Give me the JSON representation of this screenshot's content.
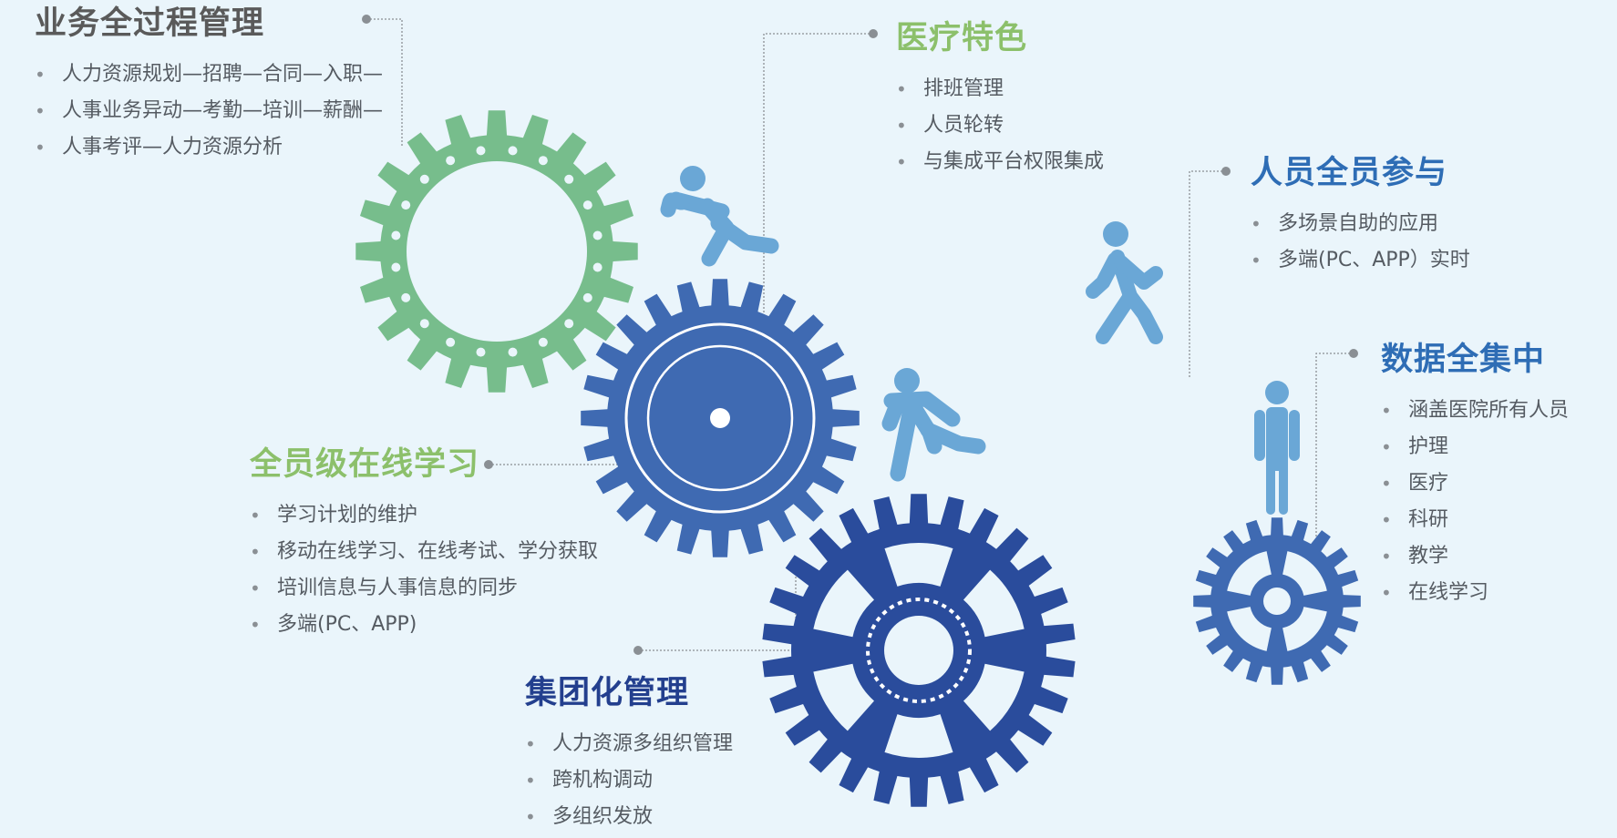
{
  "colors": {
    "background": "#eaf5fb",
    "gear_green": "#77bd8c",
    "gear_mid_blue": "#3f6ab2",
    "gear_navy": "#2a4c9c",
    "gear_small_blue": "#3f6ab2",
    "figure_light_blue": "#6aa7d6",
    "leader_line": "#8a8f94"
  },
  "icons": [
    "gear-icon",
    "running-person-icon",
    "walking-person-icon",
    "standing-person-icon"
  ],
  "sections": {
    "business": {
      "title": "业务全过程管理",
      "items": [
        "人力资源规划—招聘—合同—入职—",
        "人事业务异动—考勤—培训—薪酬—",
        "人事考评—人力资源分析"
      ]
    },
    "medical": {
      "title": "医疗特色",
      "items": [
        "排班管理",
        "人员轮转",
        "与集成平台权限集成"
      ]
    },
    "participation": {
      "title": "人员全员参与",
      "items": [
        "多场景自助的应用",
        "多端(PC、APP）实时"
      ]
    },
    "data": {
      "title": "数据全集中",
      "items": [
        "涵盖医院所有人员",
        "护理",
        "医疗",
        "科研",
        "教学",
        "在线学习"
      ]
    },
    "learning": {
      "title": "全员级在线学习",
      "items": [
        "学习计划的维护",
        "移动在线学习、在线考试、学分获取",
        "培训信息与人事信息的同步",
        "多端(PC、APP)"
      ]
    },
    "group": {
      "title": "集团化管理",
      "items": [
        "人力资源多组织管理",
        "跨机构调动",
        "多组织发放"
      ]
    }
  }
}
